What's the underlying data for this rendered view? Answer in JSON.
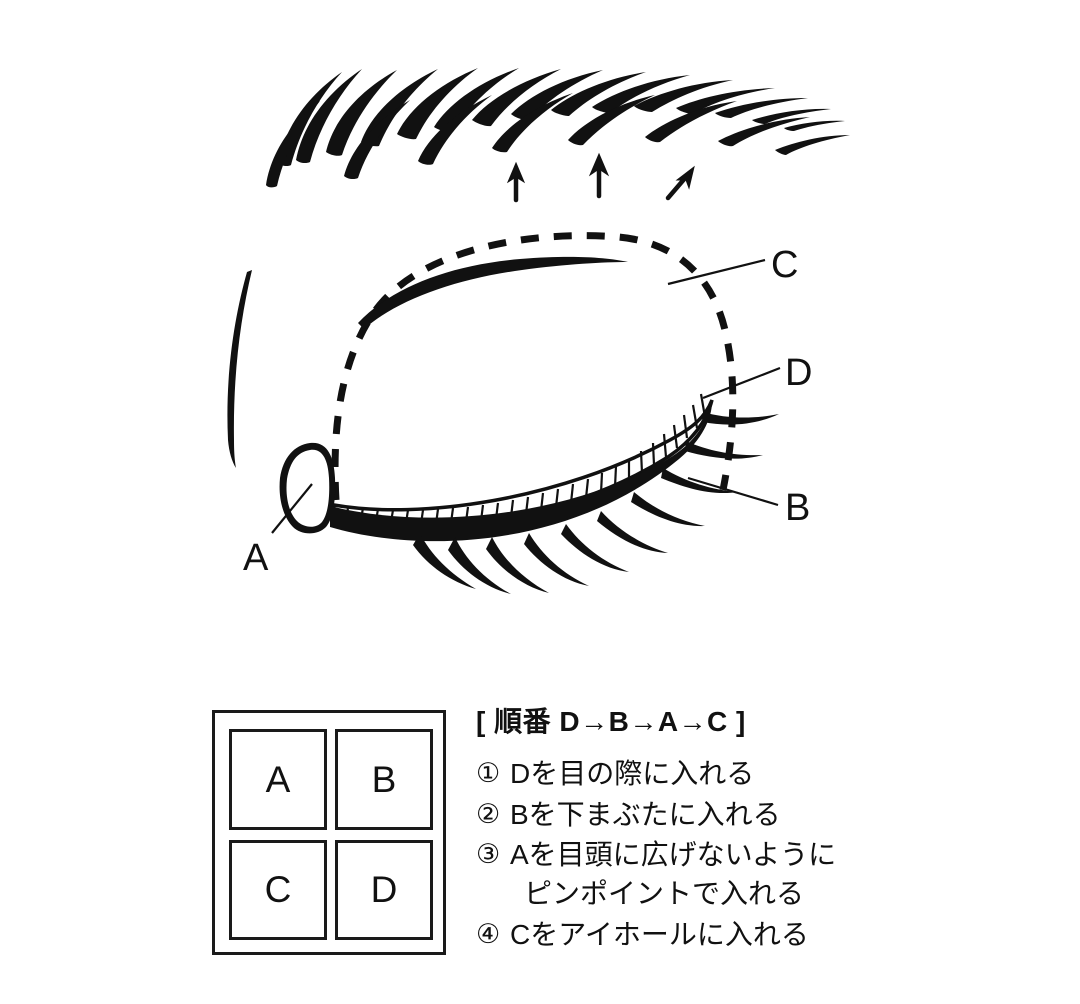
{
  "diagram": {
    "labels": [
      {
        "id": "label-a",
        "text": "A"
      },
      {
        "id": "label-b",
        "text": "B"
      },
      {
        "id": "label-c",
        "text": "C"
      },
      {
        "id": "label-d",
        "text": "D"
      }
    ],
    "arrow_count": 3,
    "colors": {
      "ink": "#111111",
      "background": "#ffffff"
    }
  },
  "palette": {
    "cells": [
      {
        "label": "A"
      },
      {
        "label": "B"
      },
      {
        "label": "C"
      },
      {
        "label": "D"
      }
    ]
  },
  "instructions": {
    "heading": "[ 順番 D→B→A→C ]",
    "items": [
      {
        "marker": "①",
        "text": "Dを目の際に入れる",
        "continuation": ""
      },
      {
        "marker": "②",
        "text": "Bを下まぶたに入れる",
        "continuation": ""
      },
      {
        "marker": "③",
        "text": "Aを目頭に広げないように",
        "continuation": "ピンポイントで入れる"
      },
      {
        "marker": "④",
        "text": "Cをアイホールに入れる",
        "continuation": ""
      }
    ]
  }
}
